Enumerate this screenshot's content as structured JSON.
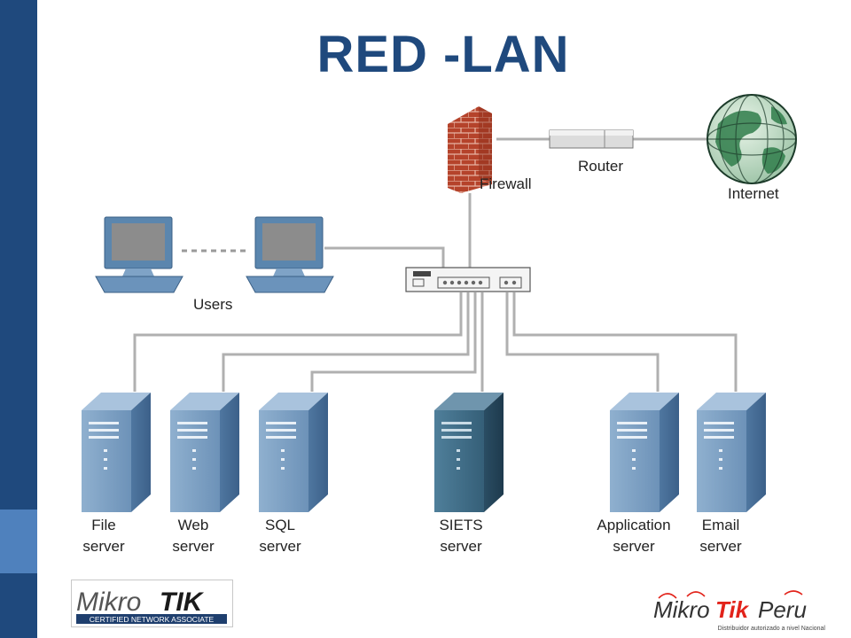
{
  "slide": {
    "title": "RED -LAN"
  },
  "network": {
    "firewall_label": "Firewall",
    "router_label": "Router",
    "internet_label": "Internet",
    "users_label": "Users",
    "servers": [
      {
        "line1": "File",
        "line2": "server"
      },
      {
        "line1": "Web",
        "line2": "server"
      },
      {
        "line1": "SQL",
        "line2": "server"
      },
      {
        "line1": "SIETS",
        "line2": "server"
      },
      {
        "line1": "Application",
        "line2": "server"
      },
      {
        "line1": "Email",
        "line2": "server"
      }
    ]
  },
  "logos": {
    "left": {
      "brand_main": "Mikro",
      "brand_accent": "TIK",
      "subtitle": "CERTIFIED NETWORK ASSOCIATE"
    },
    "right": {
      "brand_main": "Mikro",
      "brand_accent": "Tik",
      "brand_suffix": "Peru",
      "tagline": "Distribuidor autorizado a nivel Nacional",
      "accent_color": "#e2231a"
    }
  },
  "colors": {
    "sidebar": "#1f497d",
    "sidebar_accent": "#4f81bd",
    "title": "#1f497d"
  }
}
